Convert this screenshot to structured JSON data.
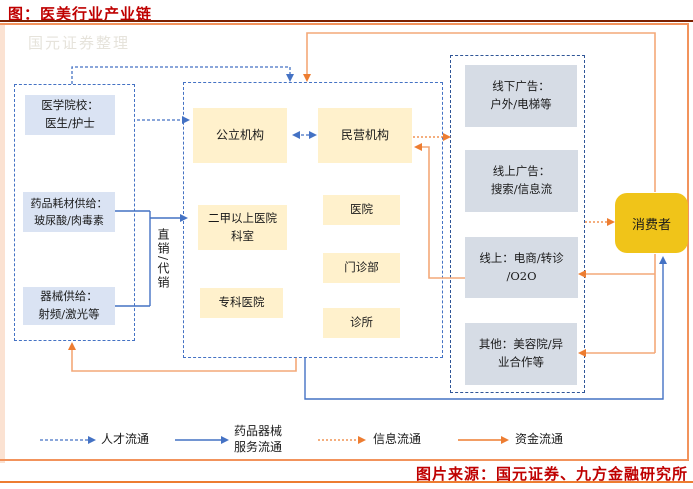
{
  "title": "图：医美行业产业链",
  "watermark": "国元证券整理",
  "source_note": "图片来源：国元证券、九方金融研究所",
  "colors": {
    "title_red": "#BF0000",
    "frame_orange": "#F2935C",
    "strong_orange": "#ED7D31",
    "light_orange": "#F4A878",
    "blue": "#4472C4",
    "navy": "#2F5597",
    "left_box_fill": "#DAE3F3",
    "right_box_fill": "#D6DCE5",
    "yellow_box_fill": "#FFF1CC",
    "consumer_gold": "#F0C419",
    "left_band": "#FBE2D2",
    "watermark_gray": "#E6E3DB"
  },
  "supply_column": {
    "medical_schools": "医学院校：\n医生/护士",
    "drug_supply": "药品耗材供给：\n玻尿酸/肉毒素",
    "device_supply": "器械供给：\n射频/激光等"
  },
  "sales_mode_label": "直销/代销",
  "institution_column": {
    "public": "公立机构",
    "private": "民营机构",
    "grade2a_departments": "二甲以上医院\n科室",
    "specialized_hospital": "专科医院",
    "hospital": "医院",
    "outpatient": "门诊部",
    "clinic": "诊所"
  },
  "channel_column": {
    "offline_ads": "线下广告：\n户外/电梯等",
    "online_ads": "线上广告：\n搜索/信息流",
    "online_ecommerce": "线上：电商/转诊\n/O2O",
    "other": "其他：美容院/异\n业合作等"
  },
  "consumer_label": "消费者",
  "legend": {
    "talent_flow": "人才流通",
    "product_service_flow": "药品器械\n服务流通",
    "info_flow": "信息流通",
    "capital_flow": "资金流通"
  }
}
